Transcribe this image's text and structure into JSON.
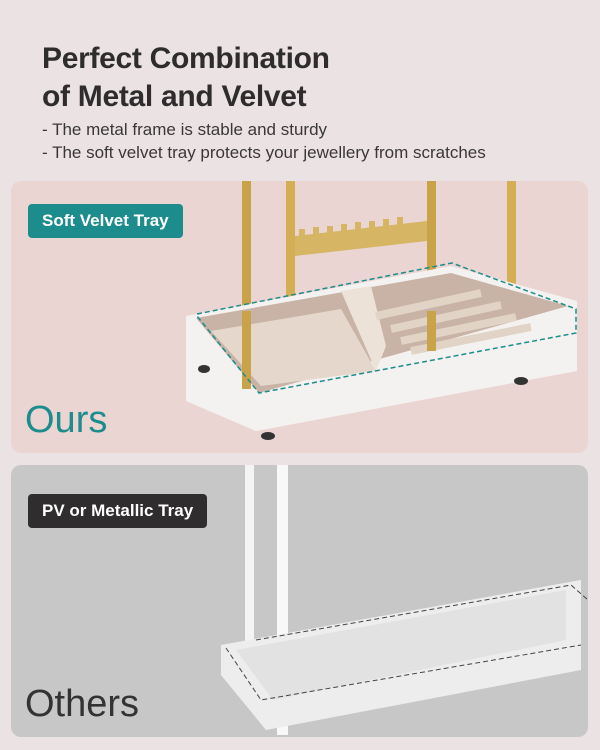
{
  "heading": {
    "line1": "Perfect Combination",
    "line2": "of Metal and Velvet"
  },
  "bullets": [
    "- The metal frame is stable and sturdy",
    "- The soft velvet tray protects your jewellery from scratches"
  ],
  "panels": {
    "ours": {
      "badge": "Soft Velvet Tray",
      "label": "Ours",
      "bg_color": "#ebd5d3",
      "accent_color": "#1d8c8c"
    },
    "others": {
      "badge": "PV or Metallic Tray",
      "label": "Others",
      "bg_color": "#c8c7c7",
      "accent_color": "#2f2d2e"
    }
  }
}
